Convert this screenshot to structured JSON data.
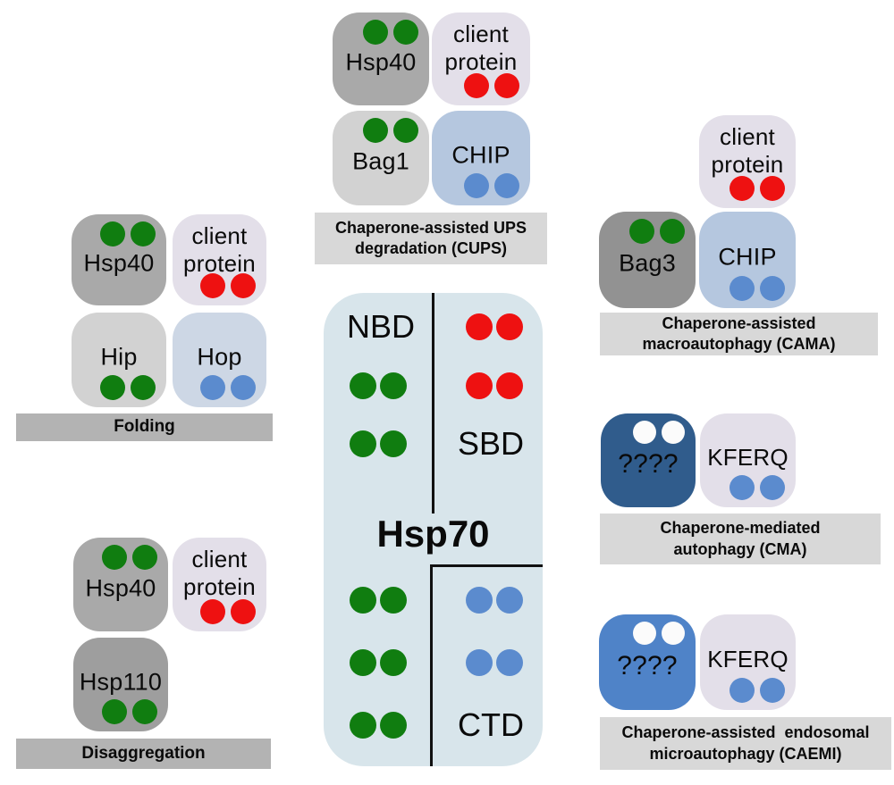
{
  "figure_title": "Hsp70 chaperone pathways diagram",
  "colors": {
    "canvas_bg": "#ffffff",
    "hsp70_box": "#d8e5eb",
    "green_dot": "#107d10",
    "red_dot": "#ee1111",
    "blue_dot": "#5b8bce",
    "white_dot": "#fbfbfb",
    "hsp40_box": "#a9a9a9",
    "client_protein_box": "#e3dfe9",
    "bag1_box": "#d2d2d2",
    "hip_box": "#d2d2d2",
    "hop_box": "#cdd7e5",
    "chip_box": "#b5c7df",
    "hsp110_box": "#9e9e9e",
    "bag3_box": "#929292",
    "cma_unknown_box": "#305c8c",
    "caemi_unknown_box": "#4f83c8",
    "label_bar_light": "#d8d8d8",
    "label_bar_mid": "#b3b3b3",
    "divider_line": "#111111",
    "text": "#0a0a0a"
  },
  "center": {
    "title": "Hsp70",
    "nbd_label": "NBD",
    "sbd_label": "SBD",
    "ctd_label": "CTD"
  },
  "groups": {
    "folding": {
      "bar_label": "Folding",
      "hsp40_label": "Hsp40",
      "client_label": "client protein",
      "hip_label": "Hip",
      "hop_label": "Hop"
    },
    "disaggregation": {
      "bar_label": "Disaggregation",
      "hsp40_label": "Hsp40",
      "client_label": "client protein",
      "hsp110_label": "Hsp110"
    },
    "cups": {
      "bar_line1": "Chaperone-assisted UPS",
      "bar_line2": "degradation (CUPS)",
      "hsp40_label": "Hsp40",
      "client_label": "client protein",
      "bag1_label": "Bag1",
      "chip_label": "CHIP"
    },
    "cama": {
      "bar_line1": "Chaperone-assisted",
      "bar_line2": "macroautophagy (CAMA)",
      "client_label": "client protein",
      "bag3_label": "Bag3",
      "chip_label": "CHIP"
    },
    "cma": {
      "bar_line1": "Chaperone-mediated",
      "bar_line2": "autophagy (CMA)",
      "unknown_label": "????",
      "kferq_label": "KFERQ"
    },
    "caemi": {
      "bar_line1": "Chaperone-assisted  endosomal",
      "bar_line2": "microautophagy (CAEMI)",
      "unknown_label": "????",
      "kferq_label": "KFERQ"
    }
  }
}
